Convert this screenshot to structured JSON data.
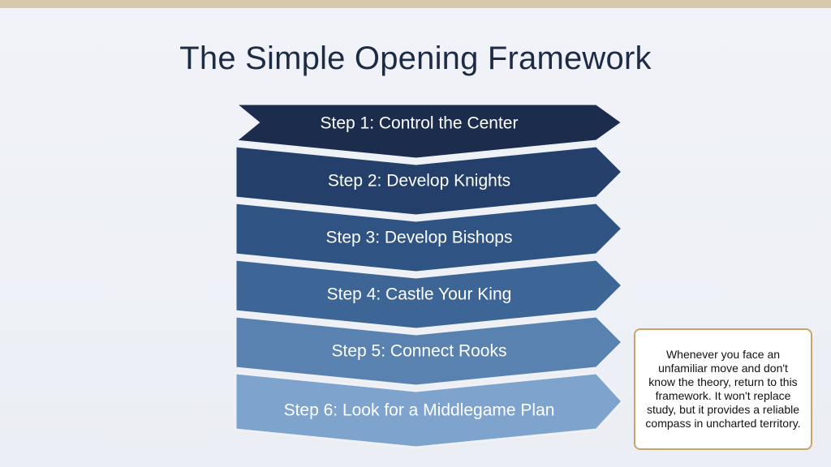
{
  "title": "The Simple Opening Framework",
  "steps": [
    {
      "label": "Step 1: Control the Center",
      "color": "#1b2c4d"
    },
    {
      "label": "Step 2: Develop Knights",
      "color": "#24406a"
    },
    {
      "label": "Step 3: Develop Bishops",
      "color": "#2f5383"
    },
    {
      "label": "Step 4: Castle Your King",
      "color": "#3d6596"
    },
    {
      "label": "Step 5: Connect Rooks",
      "color": "#5a82b1"
    },
    {
      "label": "Step 6: Look for a Middlegame Plan",
      "color": "#7ea3cc"
    }
  ],
  "note": "Whenever you face an unfamiliar move and don't know the theory, return to this framework. It won't replace study, but it provides a reliable compass in uncharted territory.",
  "colors": {
    "title": "#1e2b45",
    "note_border": "#c9a36a",
    "top_border": "#d8c9ad"
  }
}
